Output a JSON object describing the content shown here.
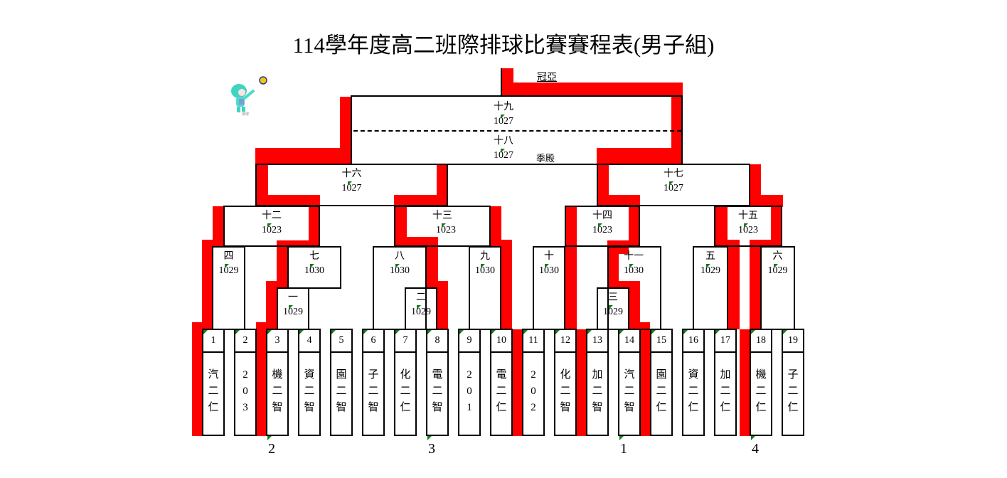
{
  "title": "114學年度高二班際排球比賽賽程表(男子組)",
  "colors": {
    "winner_path": "#ff0000",
    "marker": "#1a7a1a",
    "line": "#000000"
  },
  "mascot": {
    "icon": "volleyball-mascot-icon",
    "caption": "排球"
  },
  "final": {
    "label_champion": "冠亞",
    "label_third": "季殿",
    "matches": [
      {
        "id": "十九",
        "date": "1027"
      },
      {
        "id": "十八",
        "date": "1027"
      }
    ]
  },
  "matches": [
    {
      "id": "一",
      "date": "1029"
    },
    {
      "id": "二",
      "date": "1029"
    },
    {
      "id": "三",
      "date": "1029"
    },
    {
      "id": "四",
      "date": "1029"
    },
    {
      "id": "五",
      "date": "1029"
    },
    {
      "id": "六",
      "date": "1029"
    },
    {
      "id": "七",
      "date": "1030"
    },
    {
      "id": "八",
      "date": "1030"
    },
    {
      "id": "九",
      "date": "1030"
    },
    {
      "id": "十",
      "date": "1030"
    },
    {
      "id": "十一",
      "date": "1030"
    },
    {
      "id": "十二",
      "date": "1023"
    },
    {
      "id": "十三",
      "date": "1023"
    },
    {
      "id": "十四",
      "date": "1023"
    },
    {
      "id": "十五",
      "date": "1023"
    },
    {
      "id": "十六",
      "date": "1027"
    },
    {
      "id": "十七",
      "date": "1027"
    }
  ],
  "teams": [
    {
      "seed": "1",
      "name": [
        "汽",
        "二",
        "仁"
      ]
    },
    {
      "seed": "2",
      "name": [
        "2",
        "0",
        "3"
      ]
    },
    {
      "seed": "3",
      "name": [
        "機",
        "二",
        "智"
      ]
    },
    {
      "seed": "4",
      "name": [
        "資",
        "二",
        "智"
      ]
    },
    {
      "seed": "5",
      "name": [
        "園",
        "二",
        "智"
      ]
    },
    {
      "seed": "6",
      "name": [
        "子",
        "二",
        "智"
      ]
    },
    {
      "seed": "7",
      "name": [
        "化",
        "二",
        "仁"
      ]
    },
    {
      "seed": "8",
      "name": [
        "電",
        "二",
        "智"
      ]
    },
    {
      "seed": "9",
      "name": [
        "2",
        "0",
        "1"
      ]
    },
    {
      "seed": "10",
      "name": [
        "電",
        "二",
        "仁"
      ]
    },
    {
      "seed": "11",
      "name": [
        "2",
        "0",
        "2"
      ]
    },
    {
      "seed": "12",
      "name": [
        "化",
        "二",
        "智"
      ]
    },
    {
      "seed": "13",
      "name": [
        "加",
        "二",
        "智"
      ]
    },
    {
      "seed": "14",
      "name": [
        "汽",
        "二",
        "智"
      ]
    },
    {
      "seed": "15",
      "name": [
        "園",
        "二",
        "仁"
      ]
    },
    {
      "seed": "16",
      "name": [
        "資",
        "二",
        "仁"
      ]
    },
    {
      "seed": "17",
      "name": [
        "加",
        "二",
        "仁"
      ]
    },
    {
      "seed": "18",
      "name": [
        "機",
        "二",
        "仁"
      ]
    },
    {
      "seed": "19",
      "name": [
        "子",
        "二",
        "仁"
      ]
    }
  ],
  "final_ranks": [
    {
      "team_seed": "3",
      "rank": "2"
    },
    {
      "team_seed": "8",
      "rank": "3"
    },
    {
      "team_seed": "14",
      "rank": "1"
    },
    {
      "team_seed": "18",
      "rank": "4"
    }
  ]
}
